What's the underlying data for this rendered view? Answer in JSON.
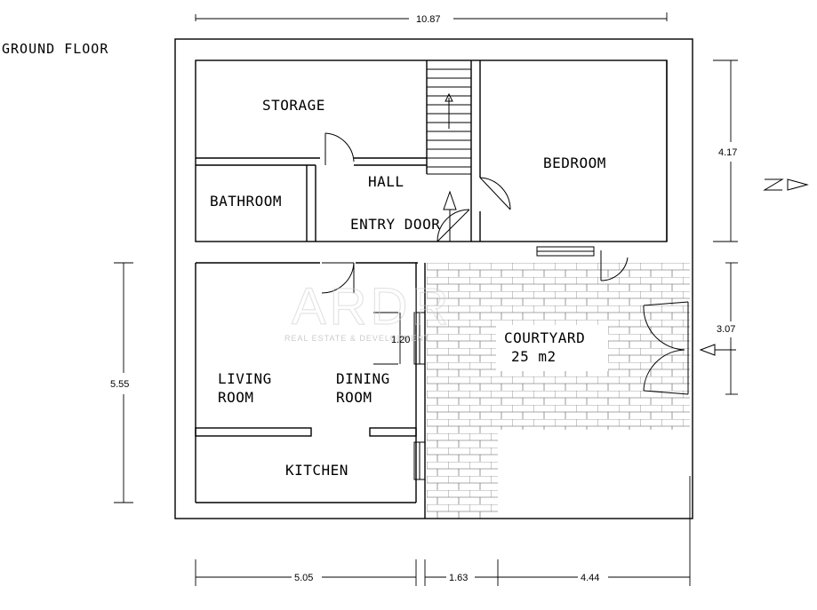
{
  "title": "GROUND FLOOR",
  "rooms": {
    "storage": "STORAGE",
    "hall": "HALL",
    "bathroom": "BATHROOM",
    "entry_door": "ENTRY DOOR",
    "bedroom": "BEDROOM",
    "living_line1": "LIVING",
    "living_line2": "ROOM",
    "dining_line1": "DINING",
    "dining_line2": "ROOM",
    "kitchen": "KITCHEN",
    "courtyard": "COURTYARD",
    "courtyard_area": "25 m2"
  },
  "dimensions": {
    "top_width": "10.87",
    "right_upper": "4.17",
    "right_lower": "3.07",
    "left_height": "5.55",
    "window_width": "1.20",
    "bottom_left": "5.05",
    "bottom_mid": "1.63",
    "bottom_right": "4.44"
  },
  "watermark": {
    "text": "ARDR",
    "subtext": "REAL ESTATE & DEVELOPMENT"
  }
}
